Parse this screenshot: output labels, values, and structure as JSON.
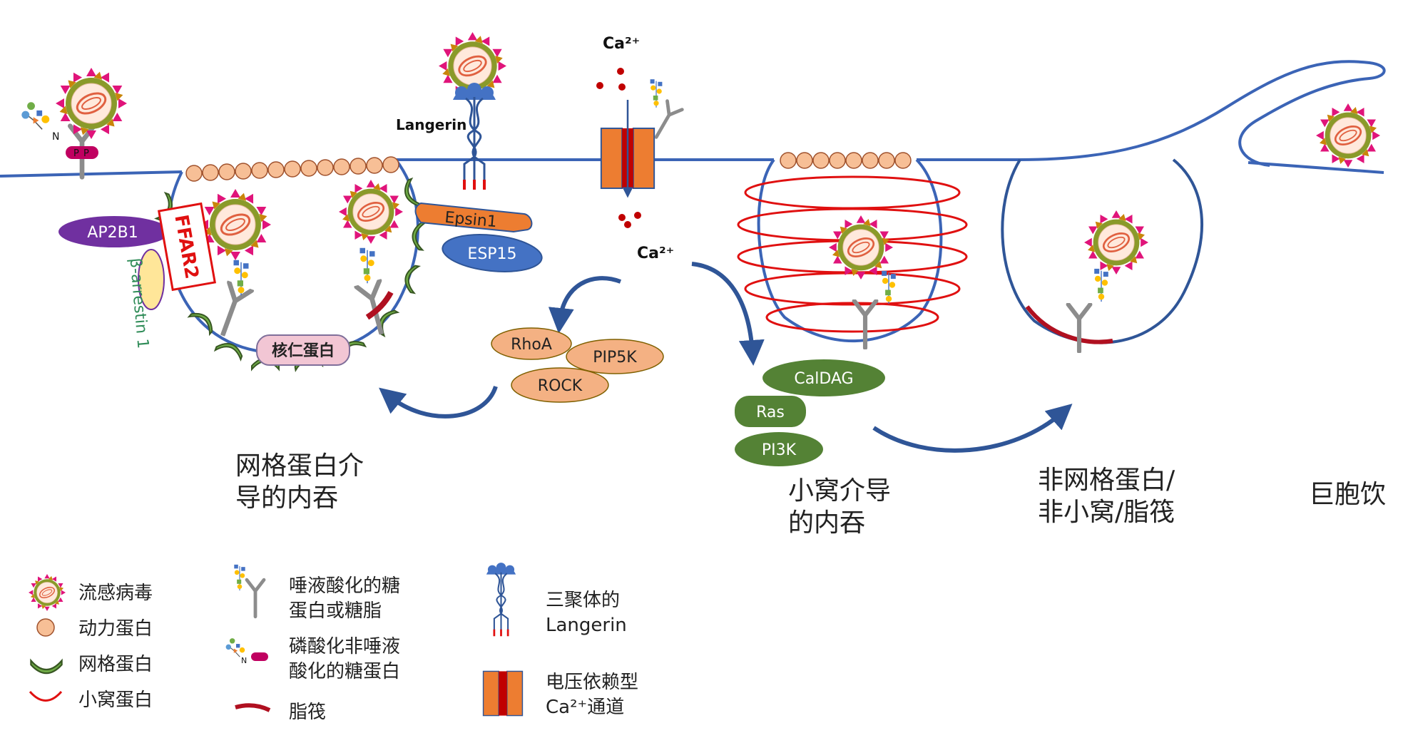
{
  "labels": {
    "langerin": "Langerin",
    "ca_top": "Ca²⁺",
    "ca_mid": "Ca²⁺",
    "ap2b1": "AP2B1",
    "ffar2": "FFAR2",
    "beta_arrestin": "β-arrestin 1",
    "nucleolin": "核仁蛋白",
    "epsin1": "Epsin1",
    "esp15": "ESP15",
    "rhoa": "RhoA",
    "pip5k": "PIP5K",
    "rock": "ROCK",
    "caldag": "CalDAG",
    "ras": "Ras",
    "pi3k": "PI3K",
    "n_tag": "N",
    "p_tag": "P"
  },
  "pathways": {
    "clathrin_line1": "网格蛋白介",
    "clathrin_line2": "导的内吞",
    "caveolae_line1": "小窝介导",
    "caveolae_line2": "的内吞",
    "nonclathrin_line1": "非网格蛋白/",
    "nonclathrin_line2": "非小窝/脂筏",
    "macropino": "巨胞饮"
  },
  "legend": {
    "virus": "流感病毒",
    "dynamin": "动力蛋白",
    "clathrin": "网格蛋白",
    "caveolin": "小窝蛋白",
    "sialylated_1": "唾液酸化的糖",
    "sialylated_2": "蛋白或糖脂",
    "phospho_1": "磷酸化非唾液",
    "phospho_2": "酸化的糖蛋白",
    "raft": "脂筏",
    "langerin_1": "三聚体的",
    "langerin_2": "Langerin",
    "channel_1": "电压依赖型",
    "channel_2": "Ca²⁺通道"
  },
  "colors": {
    "membrane": "#3b64b6",
    "dynamin": "#f7bf96",
    "clathrin": "#548235",
    "caveolin": "#e01010",
    "raft": "#b01020",
    "virus_body": "#8a9a2a",
    "virus_spike": "#e0147a",
    "channel": "#ed7d31",
    "channel_core": "#c00000",
    "ap2b1": "#7030a0",
    "esp15": "#4472c4",
    "ras_group": "#548235",
    "rho_group": "#f4b183"
  }
}
